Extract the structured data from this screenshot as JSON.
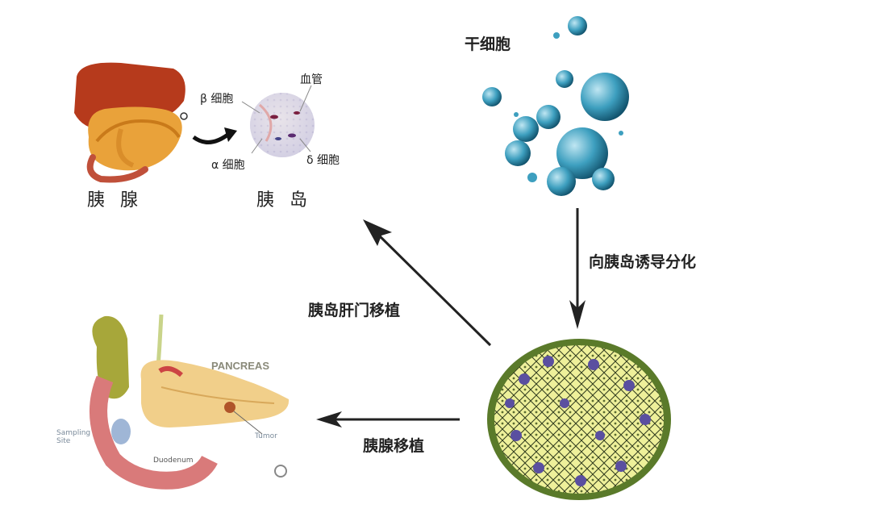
{
  "labels": {
    "pancreas": "胰 腺",
    "islet": "胰 岛",
    "beta_cell": "β 细胞",
    "alpha_cell": "α 细胞",
    "delta_cell": "δ 细胞",
    "blood_vessel": "血管",
    "stem_cell": "干细胞",
    "differentiation": "向胰岛诱导分化",
    "portal_transplant": "胰岛肝门移植",
    "pancreas_transplant": "胰腺移植",
    "pancreas_en": "PANCREAS",
    "tumor": "Tumor",
    "duodenum": "Duodenum",
    "sampling_site": "Sampling\nSite"
  }
}
